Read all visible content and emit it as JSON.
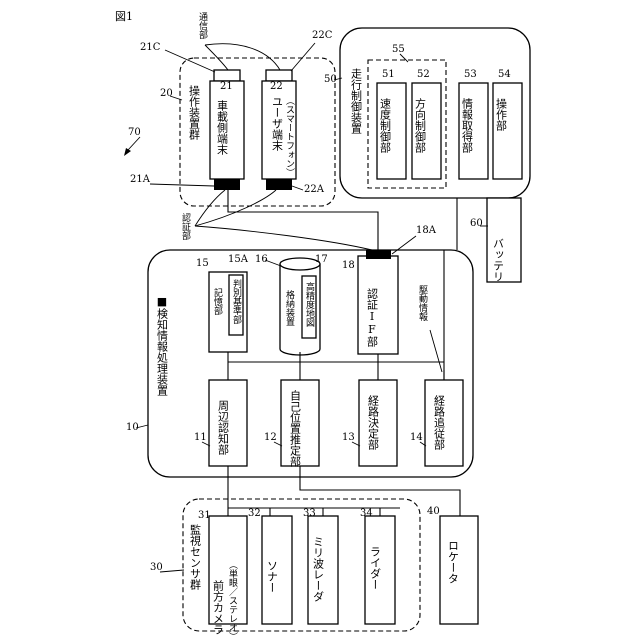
{
  "figure_label": "図1",
  "system_ref": "70",
  "operation_group": {
    "ref": "20",
    "label": "操作装置群"
  },
  "onboard_terminal": {
    "ref": "21",
    "label": "車載側端末"
  },
  "user_terminal": {
    "ref": "22",
    "label": "ユーザ端末",
    "sub": "（スマートフォン）"
  },
  "comm_unit": {
    "label": "通信部",
    "ref_a": "21C",
    "ref_b": "22C"
  },
  "auth_unit": {
    "label": "認証部",
    "ref_a": "21A",
    "ref_b": "22A"
  },
  "travel_control": {
    "ref": "50",
    "label": "走行制御装置"
  },
  "steering_group_ref": "55",
  "speed_control": {
    "ref": "51",
    "label": "速度制御部"
  },
  "direction_control": {
    "ref": "52",
    "label": "方向制御部"
  },
  "info_acquisition": {
    "ref": "53",
    "label": "情報取得部"
  },
  "operation_unit": {
    "ref": "54",
    "label": "操作部"
  },
  "battery": {
    "ref": "60",
    "label": "バッテリ"
  },
  "auth_if_pad_ref": "18A",
  "detection_device": {
    "ref": "10",
    "label": "■検知情報処理装置"
  },
  "memory_unit": {
    "ref": "15",
    "label": "記憶部"
  },
  "judgment_unit": {
    "ref": "15A",
    "label": "判別基準部"
  },
  "storage_device": {
    "ref": "16",
    "label": "格納装置"
  },
  "hd_map": {
    "ref": "17",
    "label": "高精度地図"
  },
  "auth_if": {
    "ref": "18",
    "label": "認証IF部"
  },
  "drive_info_label": "駆動情報",
  "surroundings": {
    "ref": "11",
    "label": "周辺認知部"
  },
  "self_position": {
    "ref": "12",
    "label": "自己位置推定部"
  },
  "route_decision": {
    "ref": "13",
    "label": "経路決定部"
  },
  "route_following": {
    "ref": "14",
    "label": "経路追従部"
  },
  "sensor_group": {
    "ref": "30",
    "label": "監視センサ群"
  },
  "front_camera": {
    "ref": "31",
    "label": "前方カメラ",
    "sub": "（単眼／ステレオ）"
  },
  "sonar": {
    "ref": "32",
    "label": "ソナー"
  },
  "mm_radar": {
    "ref": "33",
    "label": "ミリ波レーダ"
  },
  "lidar": {
    "ref": "34",
    "label": "ライダー"
  },
  "locator": {
    "ref": "40",
    "label": "ロケータ"
  }
}
